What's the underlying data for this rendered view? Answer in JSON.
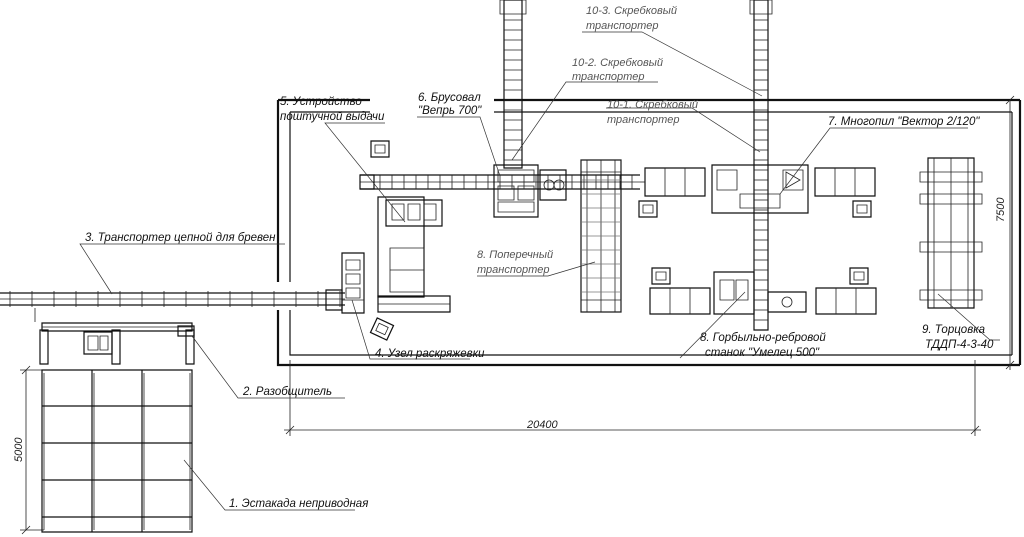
{
  "labels": {
    "l1": "1. Эстакада неприводная",
    "l2": "2. Разобщитель",
    "l3": "3. Транспортер цепной для бревен",
    "l4": "4. Узел раскряжевки",
    "l5a": "5. Устройство",
    "l5b": "поштучной выдачи",
    "l6a": "6. Брусовал",
    "l6b": "\"Вепрь 700\"",
    "l7": "7. Многопил \"Вектор 2/120\"",
    "l8a": "8. Поперечный",
    "l8b": "транспортер",
    "l8ba": "8. Горбыльно-ребровой",
    "l8bb": "станок \"Умелец 500\"",
    "l9a": "9. Торцовка",
    "l9b": "ТДДП-4-3-40",
    "l101a": "10-1. Скребковый",
    "l101b": "транспортер",
    "l102a": "10-2. Скребковый",
    "l102b": "транспортер",
    "l103a": "10-3. Скребковый",
    "l103b": "транспортер"
  },
  "dimensions": {
    "width": "20400",
    "depth": "7500",
    "ramp": "5000"
  }
}
